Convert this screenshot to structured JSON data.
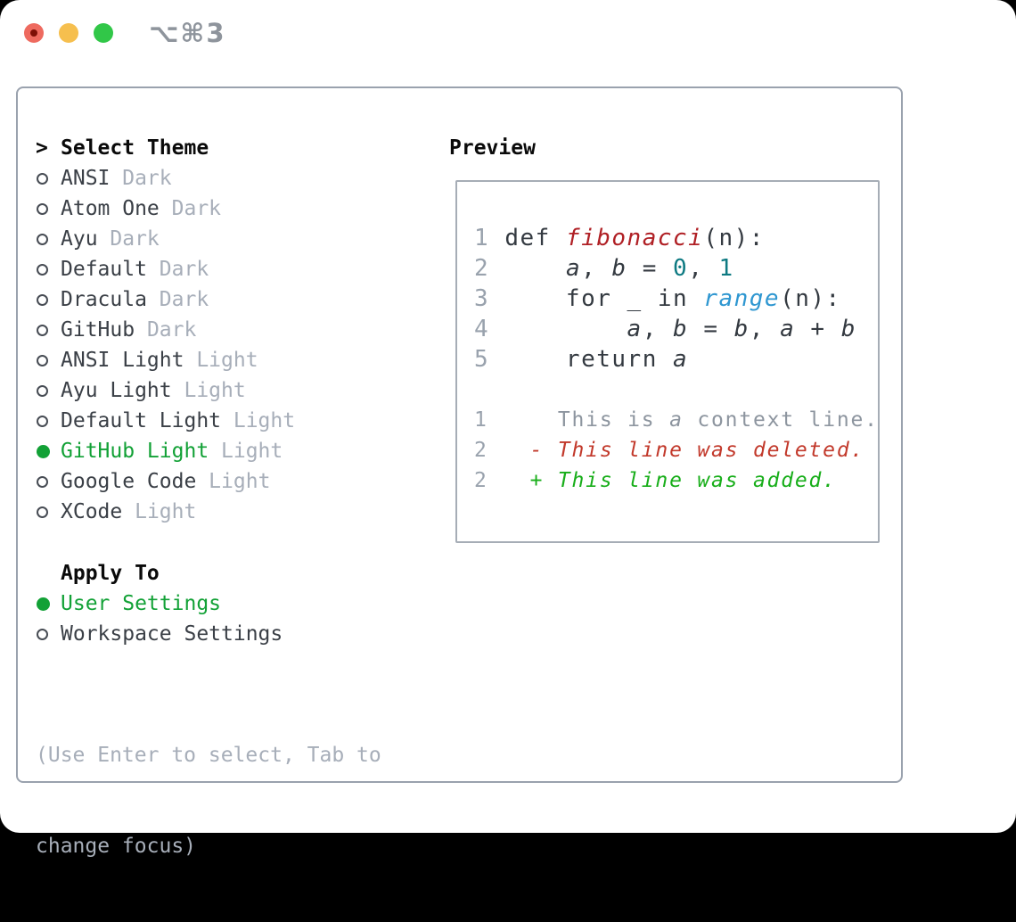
{
  "window": {
    "title": "⌥⌘3",
    "traffic_lights": [
      "close",
      "minimize",
      "zoom"
    ]
  },
  "colors": {
    "selection_green": "#12a136",
    "panel_border": "#9aa2ae",
    "box_border": "#a6adb6",
    "muted_gray": "#a7aeb9",
    "text_dark": "#3a3f46",
    "fn_red": "#b02025",
    "literal_teal": "#0e7a82",
    "builtin_blue": "#2f97d1",
    "diff_context": "#8d959f",
    "diff_deleted": "#c2392b",
    "diff_added": "#18ae1a",
    "traffic_red": "#ee6a5f",
    "traffic_yellow": "#f6bf4e",
    "traffic_green": "#31c748"
  },
  "theme_picker": {
    "header_prefix": ">",
    "header": "Select Theme",
    "items": [
      {
        "name": "ANSI",
        "variant": "Dark",
        "selected": false
      },
      {
        "name": "Atom One",
        "variant": "Dark",
        "selected": false
      },
      {
        "name": "Ayu",
        "variant": "Dark",
        "selected": false
      },
      {
        "name": "Default",
        "variant": "Dark",
        "selected": false
      },
      {
        "name": "Dracula",
        "variant": "Dark",
        "selected": false
      },
      {
        "name": "GitHub",
        "variant": "Dark",
        "selected": false
      },
      {
        "name": "ANSI Light",
        "variant": "Light",
        "selected": false
      },
      {
        "name": "Ayu Light",
        "variant": "Light",
        "selected": false
      },
      {
        "name": "Default Light",
        "variant": "Light",
        "selected": false
      },
      {
        "name": "GitHub Light",
        "variant": "Light",
        "selected": true
      },
      {
        "name": "Google Code",
        "variant": "Light",
        "selected": false
      },
      {
        "name": "XCode",
        "variant": "Light",
        "selected": false
      }
    ],
    "apply_to": {
      "header": "Apply To",
      "options": [
        {
          "name": "User Settings",
          "selected": true
        },
        {
          "name": "Workspace Settings",
          "selected": false
        }
      ]
    },
    "hint_line1": "(Use Enter to select, Tab to",
    "hint_line2": "change focus)"
  },
  "preview": {
    "header": "Preview",
    "code_lines": [
      {
        "num": "1",
        "segments": [
          {
            "t": "def "
          },
          {
            "t": "fibonacci",
            "c": "fn",
            "i": true
          },
          {
            "t": "(n):"
          }
        ]
      },
      {
        "num": "2",
        "segments": [
          {
            "t": "    "
          },
          {
            "t": "a",
            "i": true
          },
          {
            "t": ", "
          },
          {
            "t": "b",
            "i": true
          },
          {
            "t": " = "
          },
          {
            "t": "0",
            "c": "num"
          },
          {
            "t": ", "
          },
          {
            "t": "1",
            "c": "num"
          }
        ]
      },
      {
        "num": "3",
        "segments": [
          {
            "t": "    for _ in "
          },
          {
            "t": "range",
            "c": "builtin",
            "i": true
          },
          {
            "t": "(n):"
          }
        ]
      },
      {
        "num": "4",
        "segments": [
          {
            "t": "        "
          },
          {
            "t": "a",
            "i": true
          },
          {
            "t": ", "
          },
          {
            "t": "b",
            "i": true
          },
          {
            "t": " = "
          },
          {
            "t": "b",
            "i": true
          },
          {
            "t": ", "
          },
          {
            "t": "a",
            "i": true
          },
          {
            "t": " + "
          },
          {
            "t": "b",
            "i": true
          }
        ]
      },
      {
        "num": "5",
        "segments": [
          {
            "t": "    return "
          },
          {
            "t": "a",
            "i": true
          }
        ]
      }
    ],
    "diff_lines": [
      {
        "num": "1",
        "kind": "ctx",
        "segments": [
          {
            "t": "    This is "
          },
          {
            "t": "a",
            "i": true
          },
          {
            "t": " context line."
          }
        ]
      },
      {
        "num": "2",
        "kind": "del",
        "segments": [
          {
            "t": "  - This line was deleted.",
            "i": true
          }
        ]
      },
      {
        "num": "2",
        "kind": "add",
        "segments": [
          {
            "t": "  + This line was added.",
            "i": true
          }
        ]
      }
    ]
  }
}
